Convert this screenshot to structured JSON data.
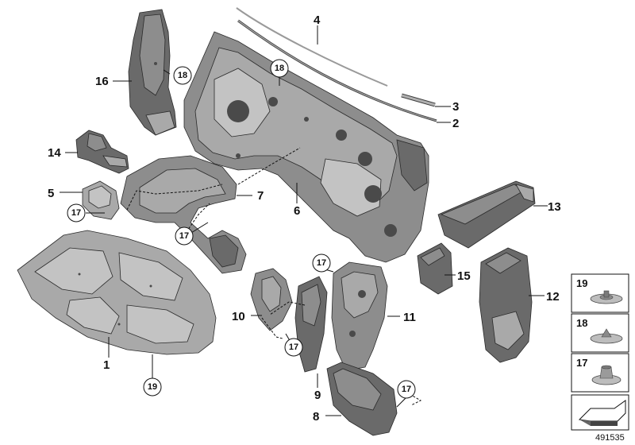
{
  "callouts": {
    "c1": "1",
    "c2": "2",
    "c3": "3",
    "c4": "4",
    "c5": "5",
    "c6": "6",
    "c7": "7",
    "c8": "8",
    "c9": "9",
    "c10": "10",
    "c11": "11",
    "c12": "12",
    "c13": "13",
    "c14": "14",
    "c15": "15",
    "c16": "16"
  },
  "circle_callouts": {
    "r18a": "18",
    "r18b": "18",
    "r17a": "17",
    "r17b": "17",
    "r17c": "17",
    "r17d": "17",
    "r17e": "17",
    "r19": "19"
  },
  "fastener_boxes": [
    {
      "label": "19"
    },
    {
      "label": "18"
    },
    {
      "label": "17"
    }
  ],
  "document_number": "491535"
}
